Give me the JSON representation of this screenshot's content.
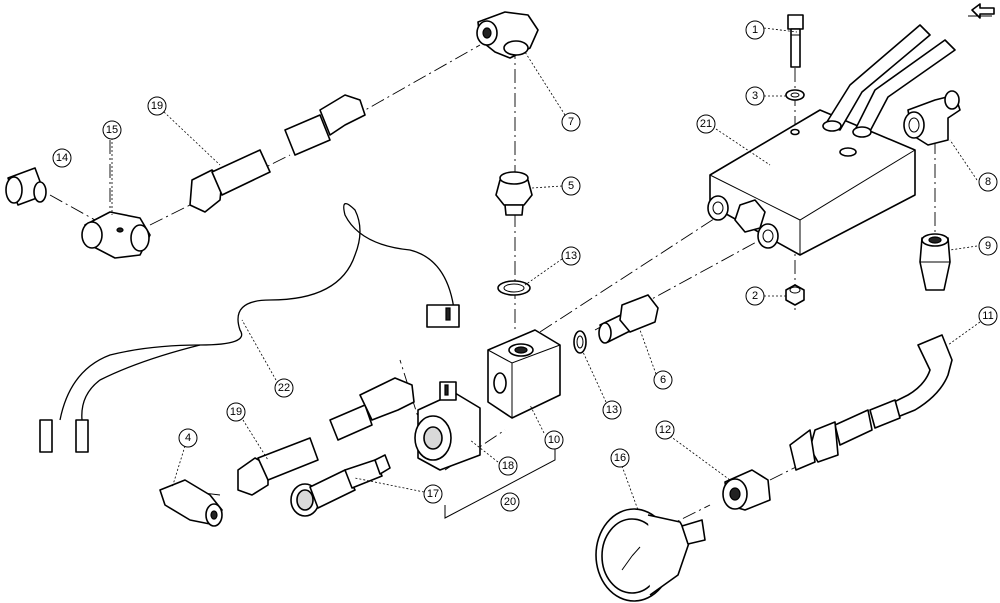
{
  "callouts": [
    {
      "id": "c1",
      "label": "1"
    },
    {
      "id": "c2",
      "label": "2"
    },
    {
      "id": "c3",
      "label": "3"
    },
    {
      "id": "c4",
      "label": "4"
    },
    {
      "id": "c5",
      "label": "5"
    },
    {
      "id": "c6",
      "label": "6"
    },
    {
      "id": "c7",
      "label": "7"
    },
    {
      "id": "c8",
      "label": "8"
    },
    {
      "id": "c9",
      "label": "9"
    },
    {
      "id": "c10",
      "label": "10"
    },
    {
      "id": "c11",
      "label": "11"
    },
    {
      "id": "c12",
      "label": "12"
    },
    {
      "id": "c13a",
      "label": "13"
    },
    {
      "id": "c13b",
      "label": "13"
    },
    {
      "id": "c14",
      "label": "14"
    },
    {
      "id": "c15",
      "label": "15"
    },
    {
      "id": "c16",
      "label": "16"
    },
    {
      "id": "c17",
      "label": "17"
    },
    {
      "id": "c18",
      "label": "18"
    },
    {
      "id": "c19a",
      "label": "19"
    },
    {
      "id": "c19b",
      "label": "19"
    },
    {
      "id": "c20",
      "label": "20"
    },
    {
      "id": "c21",
      "label": "21"
    },
    {
      "id": "c22",
      "label": "22"
    }
  ],
  "nav_icon": "return-arrow-icon"
}
